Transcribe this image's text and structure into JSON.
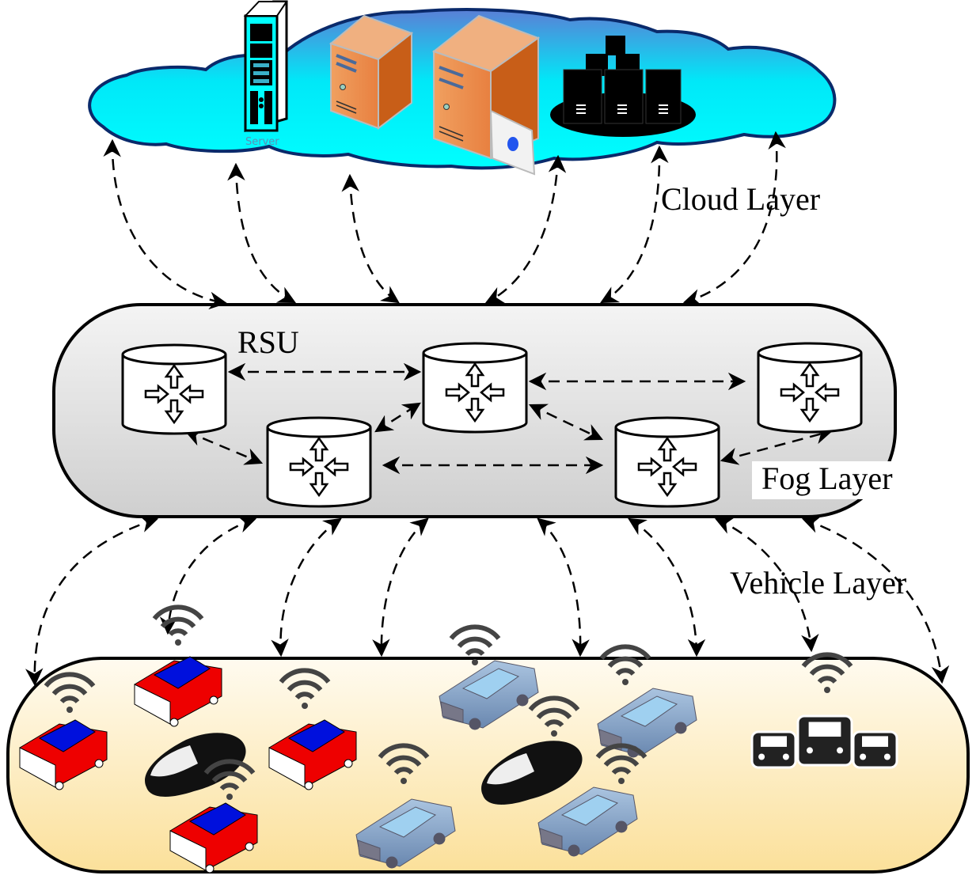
{
  "diagram": {
    "layers": {
      "cloud": {
        "label": "Cloud Layer",
        "fill_top": "#4a7fd0",
        "fill_bottom": "#00ffff",
        "stroke": "#0a2a6b"
      },
      "fog": {
        "label": "Fog Layer",
        "node_label": "RSU",
        "fill": "#dcdcdc"
      },
      "vehicle": {
        "label": "Vehicle Layer",
        "fill_top": "#fff7e0",
        "fill_bottom": "#fbe09a"
      }
    },
    "cloud_servers": [
      {
        "name": "rack-server",
        "caption": "Server"
      },
      {
        "name": "tower-server"
      },
      {
        "name": "tower-server-with-card"
      },
      {
        "name": "server-cluster"
      }
    ],
    "rsu_nodes": [
      {
        "id": "rsu-1"
      },
      {
        "id": "rsu-2"
      },
      {
        "id": "rsu-3"
      },
      {
        "id": "rsu-4"
      },
      {
        "id": "rsu-5"
      }
    ],
    "vehicles": [
      {
        "type": "red-car",
        "wifi": true
      },
      {
        "type": "red-car",
        "wifi": true
      },
      {
        "type": "black-car",
        "wifi": false
      },
      {
        "type": "red-car",
        "wifi": true
      },
      {
        "type": "red-car",
        "wifi": true
      },
      {
        "type": "blue-sedan",
        "wifi": true
      },
      {
        "type": "blue-sedan",
        "wifi": true
      },
      {
        "type": "black-car",
        "wifi": true
      },
      {
        "type": "blue-sedan",
        "wifi": true
      },
      {
        "type": "blue-sedan",
        "wifi": true
      },
      {
        "type": "traffic-icon",
        "wifi": true
      }
    ],
    "connection_style": "dashed bidirectional arrows"
  }
}
